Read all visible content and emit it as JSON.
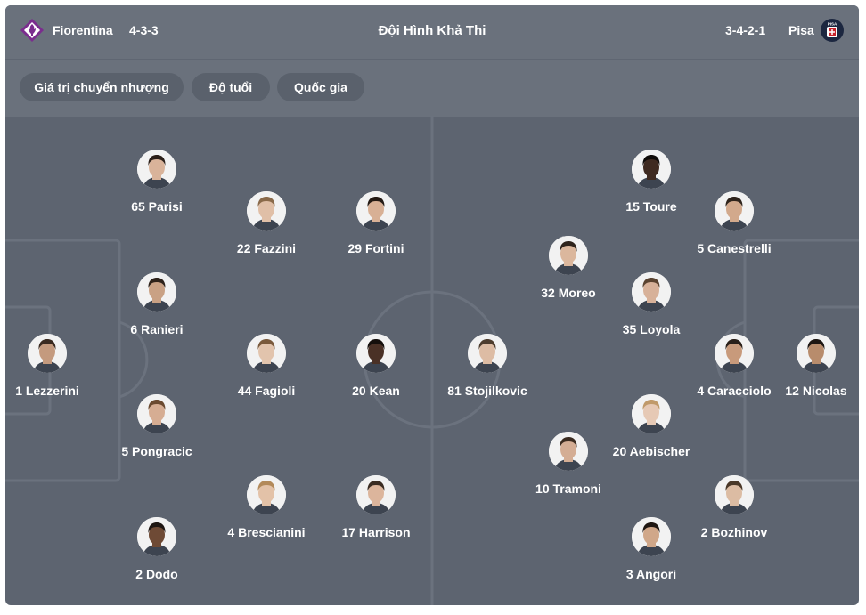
{
  "header": {
    "home_team": "Fiorentina",
    "home_formation": "4-3-3",
    "title": "Đội Hình Khả Thi",
    "away_formation": "3-4-2-1",
    "away_team": "Pisa",
    "away_logo_text": "PISA"
  },
  "filters": [
    {
      "label": "Giá trị chuyển nhượng"
    },
    {
      "label": "Độ tuổi"
    },
    {
      "label": "Quốc gia"
    }
  ],
  "home_players": [
    {
      "label": "1 Lezzerini",
      "skin": "#c49a7e",
      "hair": "#3a2a20"
    },
    {
      "label": "65 Parisi",
      "skin": "#d9b39a",
      "hair": "#2b1f18"
    },
    {
      "label": "6 Ranieri",
      "skin": "#c9a184",
      "hair": "#2e221a"
    },
    {
      "label": "5 Pongracic",
      "skin": "#d6ad93",
      "hair": "#6b4a30"
    },
    {
      "label": "2 Dodo",
      "skin": "#6e4a35",
      "hair": "#1d1612"
    },
    {
      "label": "22 Fazzini",
      "skin": "#e0bfa7",
      "hair": "#8a6a4a"
    },
    {
      "label": "44 Fagioli",
      "skin": "#e2c4ad",
      "hair": "#7a5a3c"
    },
    {
      "label": "4 Brescianini",
      "skin": "#e3c2a8",
      "hair": "#b38a5a"
    },
    {
      "label": "29 Fortini",
      "skin": "#d8b095",
      "hair": "#241a14"
    },
    {
      "label": "20 Kean",
      "skin": "#4a3126",
      "hair": "#140f0c"
    },
    {
      "label": "17 Harrison",
      "skin": "#dcb59c",
      "hair": "#3a2c22"
    }
  ],
  "away_players": [
    {
      "label": "12 Nicolas",
      "skin": "#b88c6c",
      "hair": "#1e1713"
    },
    {
      "label": "4 Caracciolo",
      "skin": "#c89a7b",
      "hair": "#2a2019"
    },
    {
      "label": "5 Canestrelli",
      "skin": "#d2a98c",
      "hair": "#2f241c"
    },
    {
      "label": "2 Bozhinov",
      "skin": "#dcbca3",
      "hair": "#4a3828"
    },
    {
      "label": "15 Toure",
      "skin": "#3f2a20",
      "hair": "#0f0b09"
    },
    {
      "label": "35 Loyola",
      "skin": "#d7b199",
      "hair": "#5a4330"
    },
    {
      "label": "20 Aebischer",
      "skin": "#e6c9b5",
      "hair": "#c09a6a"
    },
    {
      "label": "3 Angori",
      "skin": "#d0a789",
      "hair": "#1f1712"
    },
    {
      "label": "32 Moreo",
      "skin": "#dbb79d",
      "hair": "#2e241c"
    },
    {
      "label": "10 Tramoni",
      "skin": "#d4ad94",
      "hair": "#3b2b20"
    },
    {
      "label": "81 Stojilkovic",
      "skin": "#ddbca4",
      "hair": "#4e3d2e"
    }
  ],
  "colors": {
    "card_bg": "#5d6470",
    "header_bg": "#6a717c",
    "chip_bg": "#5a616c",
    "pitch_line": "#6b727e",
    "fiorentina_purple": "#7b2d8e",
    "pisa_navy": "#1c2740",
    "pisa_red": "#c8232c"
  }
}
